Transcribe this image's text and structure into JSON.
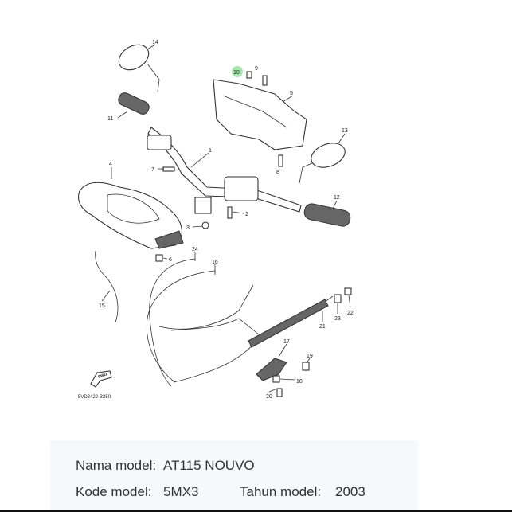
{
  "diagram": {
    "callouts": [
      "1",
      "2",
      "3",
      "4",
      "5",
      "6",
      "7",
      "8",
      "9",
      "10",
      "11",
      "12",
      "13",
      "14",
      "15",
      "16",
      "17",
      "18",
      "19",
      "20",
      "21",
      "22",
      "23",
      "24"
    ],
    "fwd_label": "FWD",
    "drawing_code": "5VD3422-B250",
    "highlight_color": "#7ddc8a"
  },
  "info": {
    "model_name_label": "Nama model:",
    "model_name": "AT115 NOUVO",
    "model_code_label": "Kode model:",
    "model_code": "5MX3",
    "model_year_label": "Tahun model:",
    "model_year": "2003"
  }
}
